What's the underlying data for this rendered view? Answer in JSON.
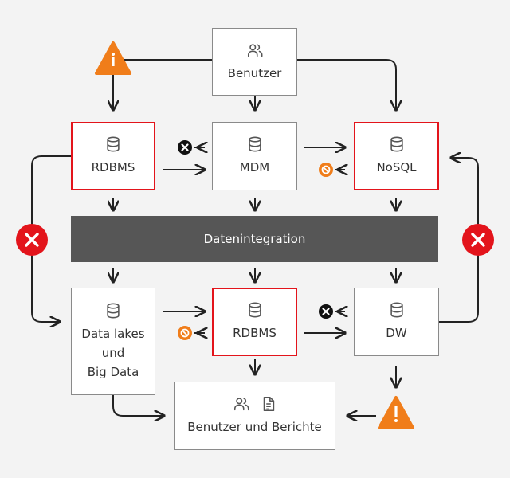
{
  "colors": {
    "highlight_border": "#e3141b",
    "warning": "#f07d1a",
    "error": "#e3141b",
    "blocked": "#f07d1a",
    "integration_bar": "#565656"
  },
  "nodes": {
    "benutzer": {
      "label": "Benutzer",
      "icon": "users-icon"
    },
    "rdbms_top": {
      "label": "RDBMS",
      "icon": "database-icon"
    },
    "mdm": {
      "label": "MDM",
      "icon": "database-icon"
    },
    "nosql": {
      "label": "NoSQL",
      "icon": "database-icon"
    },
    "integration": {
      "label": "Datenintegration"
    },
    "datalakes": {
      "label": "Data lakes\nund\nBig Data",
      "icon": "database-icon"
    },
    "rdbms_bottom": {
      "label": "RDBMS",
      "icon": "database-icon"
    },
    "dw": {
      "label": "DW",
      "icon": "database-icon"
    },
    "berichte": {
      "label": "Benutzer und Berichte",
      "icons": [
        "users-icon",
        "document-icon"
      ]
    }
  }
}
